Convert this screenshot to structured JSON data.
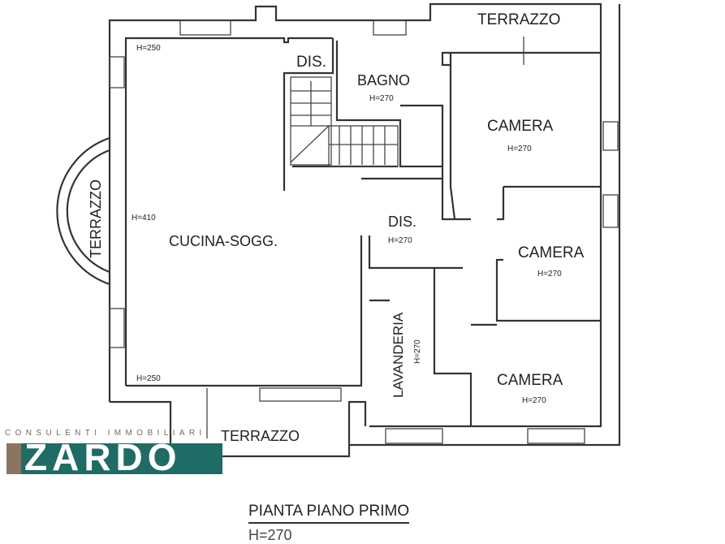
{
  "plan": {
    "rooms": {
      "terrazzo_top": "TERRAZZO",
      "dis_top": "DIS.",
      "bagno": "BAGNO",
      "bagno_h": "H=270",
      "camera_1": "CAMERA",
      "camera_1_h": "H=270",
      "terrazzo_left": "TERRAZZO",
      "kitchen_h_top": "H=250",
      "kitchen_h_mid": "H=410",
      "kitchen": "CUCINA-SOGG.",
      "kitchen_h_bottom": "H=250",
      "dis_mid": "DIS.",
      "dis_mid_h": "H=270",
      "camera_2": "CAMERA",
      "camera_2_h": "H=270",
      "lavanderia": "LAVANDERIA",
      "lavanderia_h": "H=270",
      "camera_3": "CAMERA",
      "camera_3_h": "H=270",
      "terrazzo_bottom": "TERRAZZO"
    }
  },
  "logo": {
    "tagline": "CONSULENTI IMMOBILIARI",
    "name": "ZARDO",
    "colors": {
      "band": "#1f6b66",
      "bar": "#8a7560"
    }
  },
  "caption": {
    "title": "PIANTA PIANO PRIMO",
    "height": "H=270"
  }
}
